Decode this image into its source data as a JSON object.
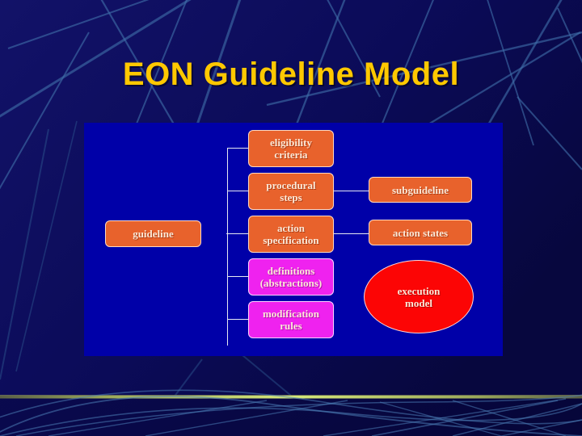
{
  "slide": {
    "title": "EON Guideline Model",
    "background_color": "#0a0a50",
    "title_color": "#ffc800",
    "panel_color": "#0000a8",
    "accent_line_color": "#c8dc64"
  },
  "diagram": {
    "type": "tree-hierarchy",
    "root": {
      "id": "guideline",
      "label": "guideline",
      "shape": "rounded-rect",
      "color": "#e8622c"
    },
    "children": [
      {
        "id": "eligibility-criteria",
        "label": "eligibility criteria",
        "line1": "eligibility",
        "line2": "criteria",
        "shape": "rounded-rect",
        "color": "#e8622c"
      },
      {
        "id": "procedural-steps",
        "label": "procedural steps",
        "line1": "procedural",
        "line2": "steps",
        "shape": "rounded-rect",
        "color": "#e8622c"
      },
      {
        "id": "action-specification",
        "label": "action specification",
        "line1": "action",
        "line2": "specification",
        "shape": "rounded-rect",
        "color": "#e8622c"
      },
      {
        "id": "definitions",
        "label": "definitions (abstractions)",
        "line1": "definitions",
        "line2": "(abstractions)",
        "shape": "rounded-rect",
        "color": "#ef22ef"
      },
      {
        "id": "modification-rules",
        "label": "modification rules",
        "line1": "modification",
        "line2": "rules",
        "shape": "rounded-rect",
        "color": "#ef22ef"
      }
    ],
    "related": [
      {
        "id": "subguideline",
        "label": "subguideline",
        "shape": "rounded-rect",
        "color": "#e8622c",
        "from": "procedural-steps"
      },
      {
        "id": "action-states",
        "label": "action states",
        "shape": "rounded-rect",
        "color": "#e8622c",
        "from": "action-specification"
      },
      {
        "id": "execution-model",
        "label": "execution model",
        "line1": "execution",
        "line2": "model",
        "shape": "ellipse",
        "color": "#fc0505",
        "from": null
      }
    ]
  }
}
